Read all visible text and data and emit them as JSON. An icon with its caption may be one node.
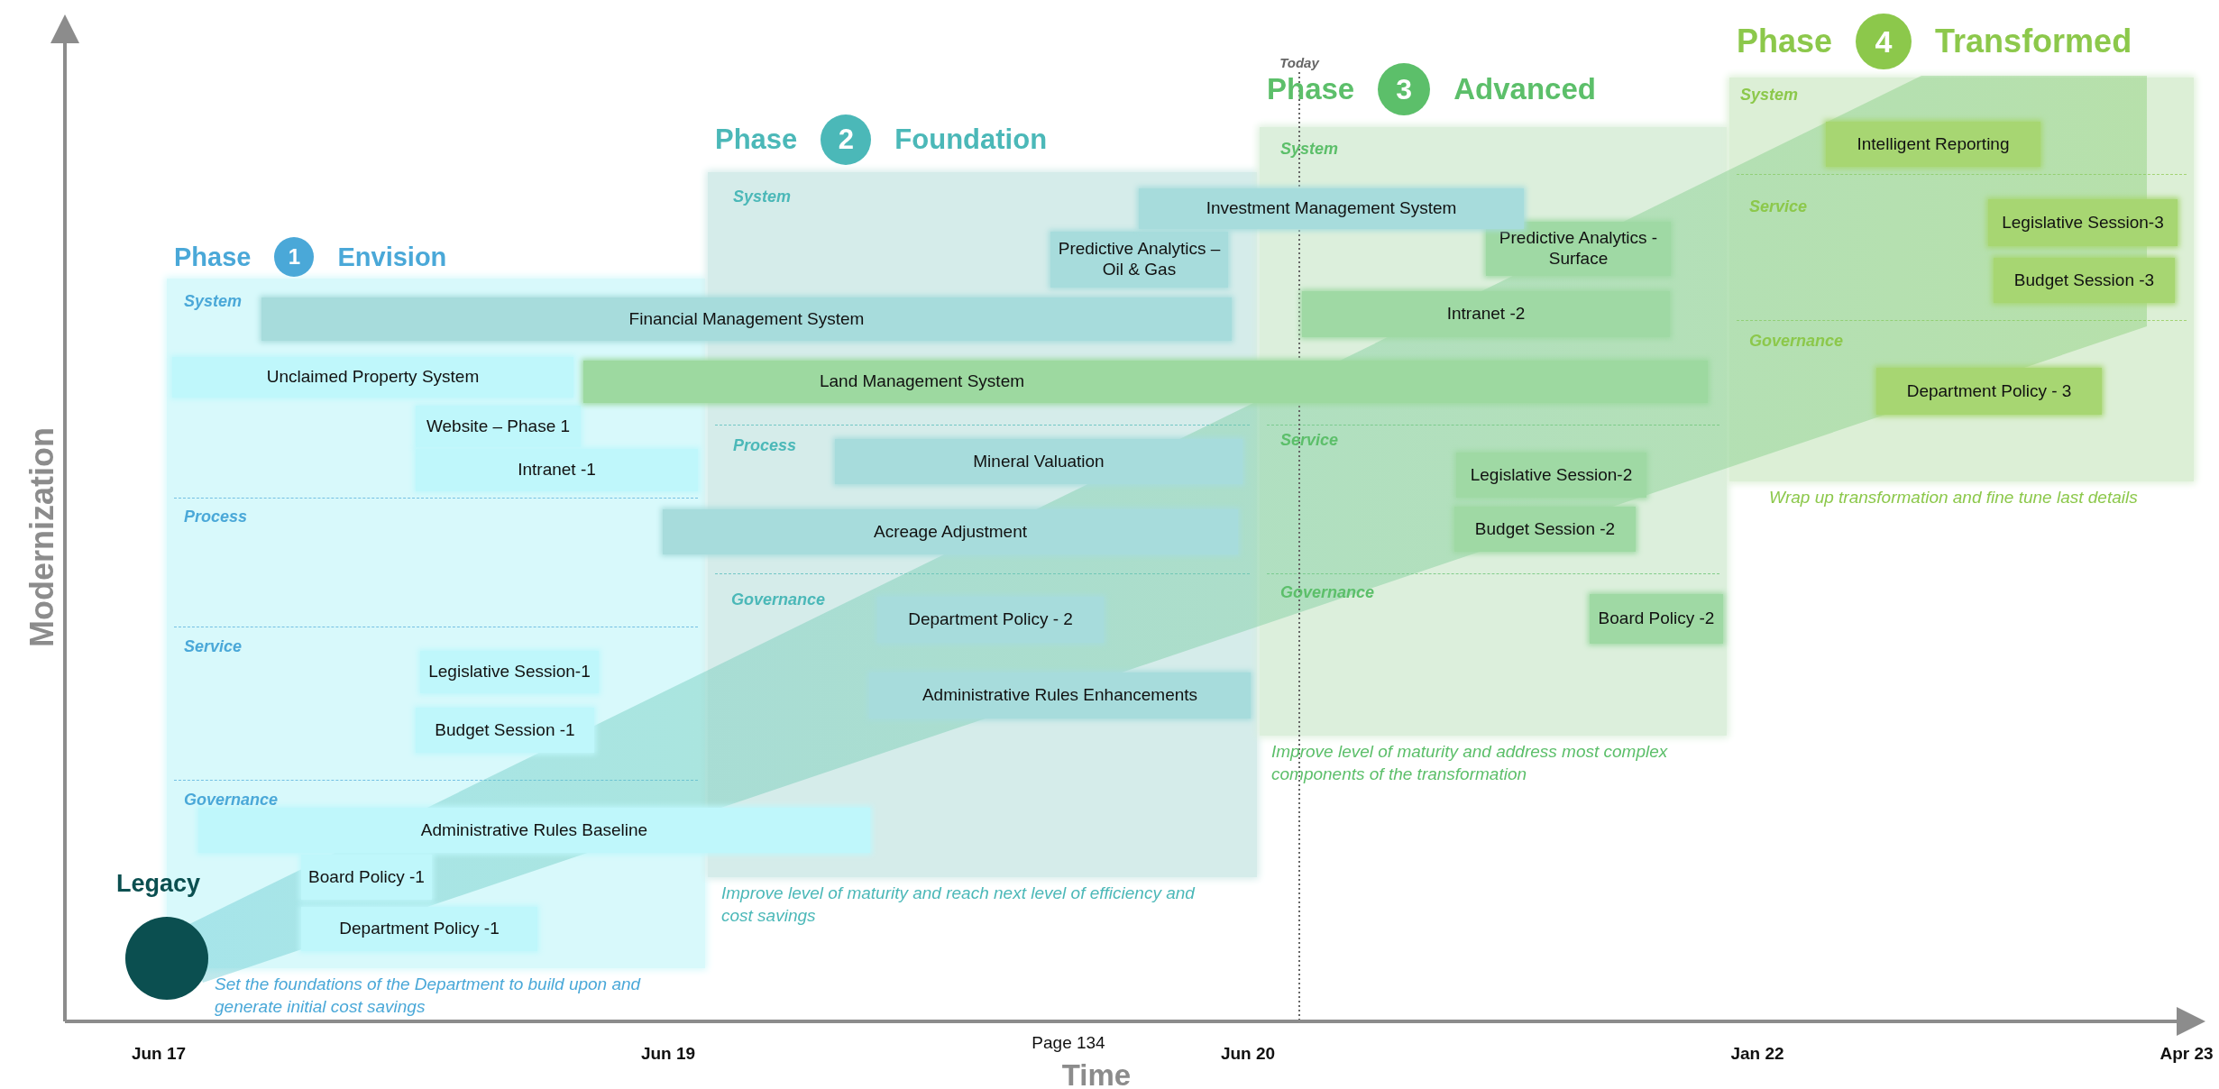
{
  "diagram": {
    "nodes": [
      {
        "text": [
          "Phase",
          "1",
          "Envision"
        ],
        "beside": [
          "Set the foundations of the Department to build upon and generate initial cost savings"
        ]
      },
      {
        "text": [
          "Phase",
          "2",
          "Foundation"
        ],
        "beside": [
          "Improve level of maturity and reach next level of efficiency and cost savings"
        ]
      },
      {
        "text": [
          "Phase",
          "3",
          "Advanced"
        ],
        "beside": [
          "Improve level of maturity and address most complex components of the transformation"
        ]
      },
      {
        "text": [
          "Phase",
          "4",
          "Transformed"
        ],
        "beside": [
          "Wrap up transformation and fine tune last details"
        ]
      },
      {
        "text": [
          "Legacy"
        ]
      },
      {
        "text": [
          "Financial Management System"
        ]
      },
      {
        "text": [
          "Unclaimed Property System"
        ],
        "in": 0
      },
      {
        "text": [
          "Land Management System"
        ]
      },
      {
        "text": [
          "Website – Phase 1"
        ],
        "in": 0
      },
      {
        "text": [
          "Intranet -1"
        ],
        "in": 0
      },
      {
        "text": [
          "Acreage Adjustment"
        ]
      },
      {
        "text": [
          "Legislative Session-1"
        ],
        "in": 0
      },
      {
        "text": [
          "Budget Session -1"
        ],
        "in": 0
      },
      {
        "text": [
          "Administrative Rules Baseline"
        ]
      },
      {
        "text": [
          "Board Policy -1"
        ],
        "in": 0
      },
      {
        "text": [
          "Department Policy -1"
        ],
        "in": 0
      },
      {
        "text": [
          "Investment Management System"
        ]
      },
      {
        "text": [
          "Predictive Analytics – Oil & Gas"
        ],
        "in": 1
      },
      {
        "text": [
          "Mineral Valuation"
        ],
        "in": 1
      },
      {
        "text": [
          "Department Policy - 2"
        ],
        "in": 1
      },
      {
        "text": [
          "Administrative Rules Enhancements"
        ],
        "in": 1
      },
      {
        "text": [
          "Predictive Analytics - Surface"
        ],
        "in": 2
      },
      {
        "text": [
          "Intranet -2"
        ],
        "in": 2
      },
      {
        "text": [
          "Legislative Session-2"
        ],
        "in": 2
      },
      {
        "text": [
          "Budget Session -2"
        ],
        "in": 2
      },
      {
        "text": [
          "Board Policy -2"
        ],
        "in": 2
      },
      {
        "text": [
          "Intelligent Reporting"
        ],
        "in": 3
      },
      {
        "text": [
          "Legislative Session-3"
        ],
        "in": 3
      },
      {
        "text": [
          "Budget Session -3"
        ],
        "in": 3
      },
      {
        "text": [
          "Department Policy - 3"
        ],
        "in": 3
      }
    ],
    "labels": [
      "Modernization",
      "Time",
      "Jun 17",
      "Jun 19",
      "Page 134",
      "Jun 20",
      "Jan 22",
      "Apr 23",
      "Today",
      "System",
      "Process",
      "Service",
      "Governance",
      "System",
      "Process",
      "Governance",
      "System",
      "Service",
      "Governance",
      "System",
      "Service",
      "Governance"
    ]
  }
}
